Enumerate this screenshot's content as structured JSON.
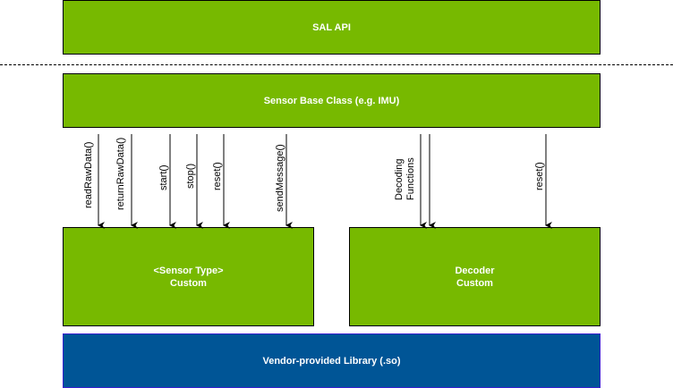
{
  "colors": {
    "component_green": "#77b900",
    "library_blue": "#005596",
    "border_black": "#000000",
    "text_white": "#ffffff"
  },
  "boxes": {
    "sal_api": "SAL API",
    "sensor_base": "Sensor Base Class (e.g. IMU)",
    "sensor_type_line1": "<Sensor Type>",
    "sensor_type_line2": "Custom",
    "decoder_line1": "Decoder",
    "decoder_line2": "Custom",
    "vendor_library": "Vendor-provided Library (.so)"
  },
  "sensor_arrows": [
    {
      "label": "readRawData()"
    },
    {
      "label": "returnRawData()"
    },
    {
      "label": "start()"
    },
    {
      "label": "stop()"
    },
    {
      "label": "reset()"
    },
    {
      "label": "sendMessage()"
    }
  ],
  "decoder_arrows": [
    {
      "label_line1": "Decoding",
      "label_line2": "Functions"
    },
    {
      "label": "reset()"
    }
  ]
}
